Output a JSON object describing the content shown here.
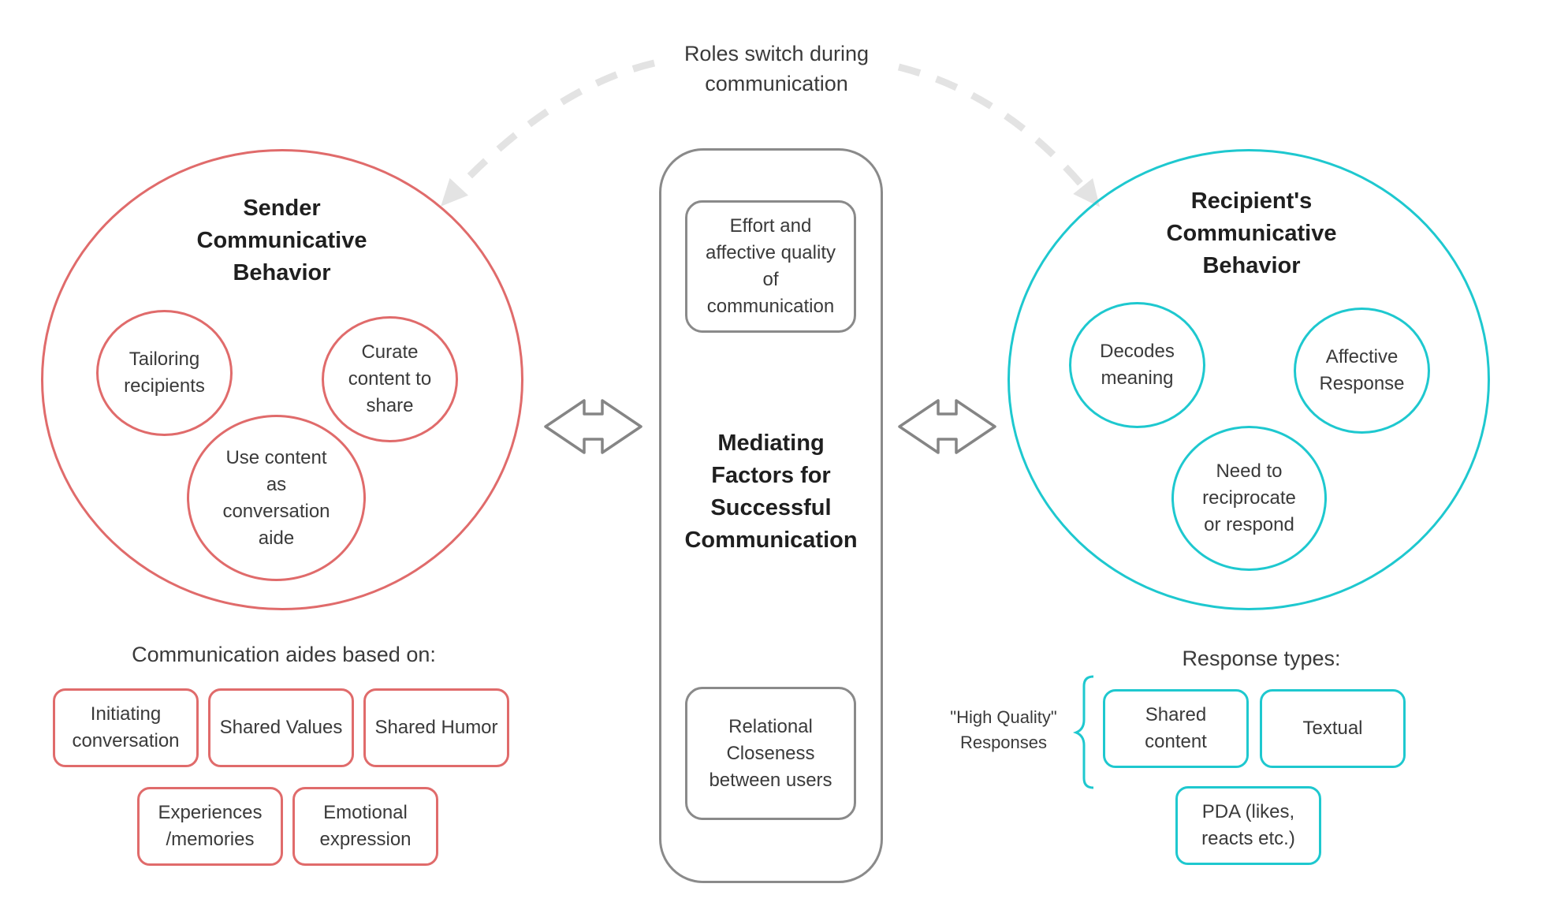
{
  "top_label": "Roles switch during\ncommunication",
  "sender": {
    "title": "Sender\nCommunicative\nBehavior",
    "items": [
      "Tailoring\nrecipients",
      "Curate\ncontent to\nshare",
      "Use content\nas\nconversation\naide"
    ]
  },
  "mediating": {
    "top_box": "Effort and\naffective quality\nof\ncommunication",
    "title": "Mediating\nFactors for\nSuccessful\nCommunication",
    "bottom_box": "Relational\nCloseness\nbetween users"
  },
  "recipient": {
    "title": "Recipient's\nCommunicative\nBehavior",
    "items": [
      "Decodes\nmeaning",
      "Affective\nResponse",
      "Need to\nreciprocate\nor respond"
    ]
  },
  "aides": {
    "heading": "Communication aides based on:",
    "items": [
      "Initiating\nconversation",
      "Shared Values",
      "Shared Humor",
      "Experiences\n/memories",
      "Emotional\nexpression"
    ]
  },
  "responses": {
    "heading": "Response types:",
    "bracket_label": "\"High Quality\"\nResponses",
    "items": [
      "Shared\ncontent",
      "Textual",
      "PDA (likes,\nreacts etc.)"
    ]
  },
  "colors": {
    "sender": "#e06b6b",
    "recipient": "#1ec8cf",
    "mediating": "#8a8a8a",
    "switch_arrow": "#e3e3e3"
  },
  "icons": [
    "double-arrow-icon",
    "curved-dashed-arrow-icon",
    "curly-bracket-icon"
  ]
}
